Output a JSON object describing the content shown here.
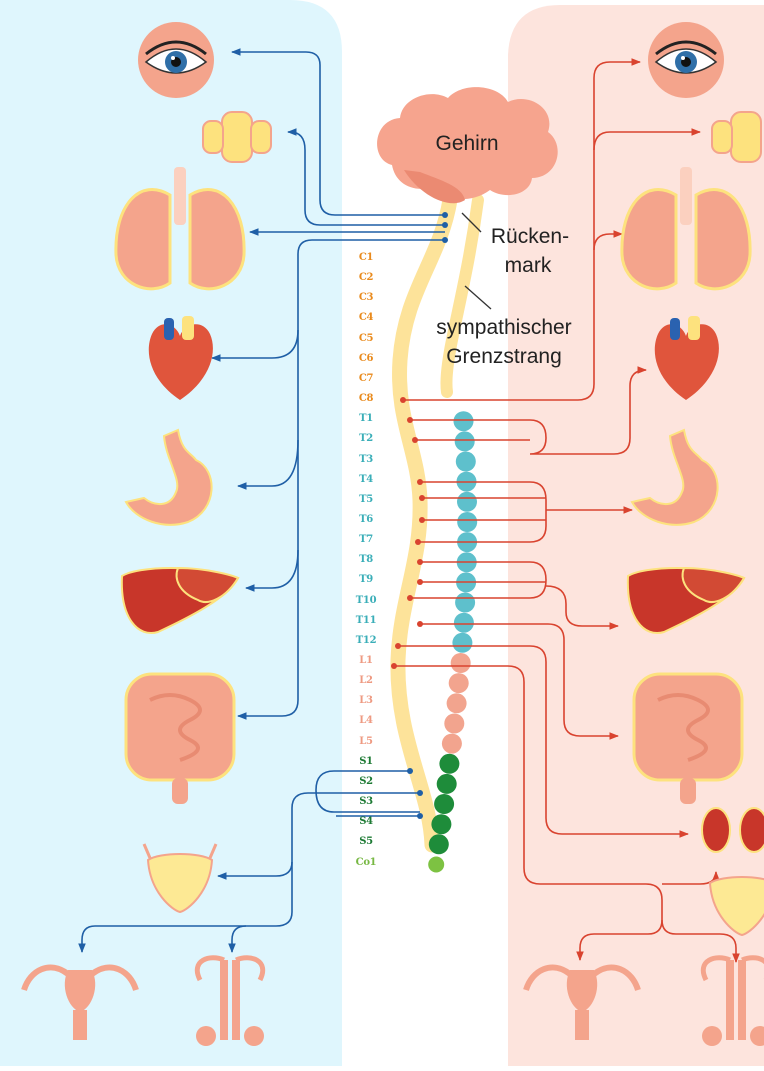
{
  "labels": {
    "brain": "Gehirn",
    "spinal_cord_1": "Rücken-",
    "spinal_cord_2": "mark",
    "sympathetic_1": "sympathischer",
    "sympathetic_2": "Grenzstrang"
  },
  "segments": [
    {
      "label": "C1",
      "group": "cervical"
    },
    {
      "label": "C2",
      "group": "cervical"
    },
    {
      "label": "C3",
      "group": "cervical"
    },
    {
      "label": "C4",
      "group": "cervical"
    },
    {
      "label": "C5",
      "group": "cervical"
    },
    {
      "label": "C6",
      "group": "cervical"
    },
    {
      "label": "C7",
      "group": "cervical"
    },
    {
      "label": "C8",
      "group": "cervical"
    },
    {
      "label": "T1",
      "group": "thoracic"
    },
    {
      "label": "T2",
      "group": "thoracic"
    },
    {
      "label": "T3",
      "group": "thoracic"
    },
    {
      "label": "T4",
      "group": "thoracic"
    },
    {
      "label": "T5",
      "group": "thoracic"
    },
    {
      "label": "T6",
      "group": "thoracic"
    },
    {
      "label": "T7",
      "group": "thoracic"
    },
    {
      "label": "T8",
      "group": "thoracic"
    },
    {
      "label": "T9",
      "group": "thoracic"
    },
    {
      "label": "T10",
      "group": "thoracic"
    },
    {
      "label": "T11",
      "group": "thoracic"
    },
    {
      "label": "T12",
      "group": "thoracic"
    },
    {
      "label": "L1",
      "group": "lumbar"
    },
    {
      "label": "L2",
      "group": "lumbar"
    },
    {
      "label": "L3",
      "group": "lumbar"
    },
    {
      "label": "L4",
      "group": "lumbar"
    },
    {
      "label": "L5",
      "group": "lumbar"
    },
    {
      "label": "S1",
      "group": "sacral"
    },
    {
      "label": "S2",
      "group": "sacral"
    },
    {
      "label": "S3",
      "group": "sacral"
    },
    {
      "label": "S4",
      "group": "sacral"
    },
    {
      "label": "S5",
      "group": "sacral"
    },
    {
      "label": "Co1",
      "group": "coccygeal"
    }
  ],
  "colors": {
    "parasympathetic_panel": "#dff6fd",
    "sympathetic_panel": "#fde4dd",
    "parasympathetic_nerve": "#1f5fa6",
    "sympathetic_nerve": "#d9432f",
    "spinal_cord": "#fde39a",
    "ganglion_thoracic": "#5ec0cc",
    "ganglion_lumbar": "#f2a48e",
    "ganglion_sacral": "#1e8c3a",
    "ganglion_coccygeal": "#7dc242",
    "cervical": "#e98a1c",
    "thoracic": "#3aaeb8",
    "lumbar": "#ee9a82",
    "sacral": "#1d7a34",
    "coccygeal": "#77b843",
    "brain": "#f6a48e"
  },
  "organs": [
    "eye-icon",
    "lacrimal-salivary-gland-icon",
    "lungs-icon",
    "heart-icon",
    "stomach-icon",
    "liver-icon",
    "intestine-icon",
    "bladder-icon",
    "uterus-icon",
    "male-genitals-icon",
    "kidneys-icon"
  ]
}
